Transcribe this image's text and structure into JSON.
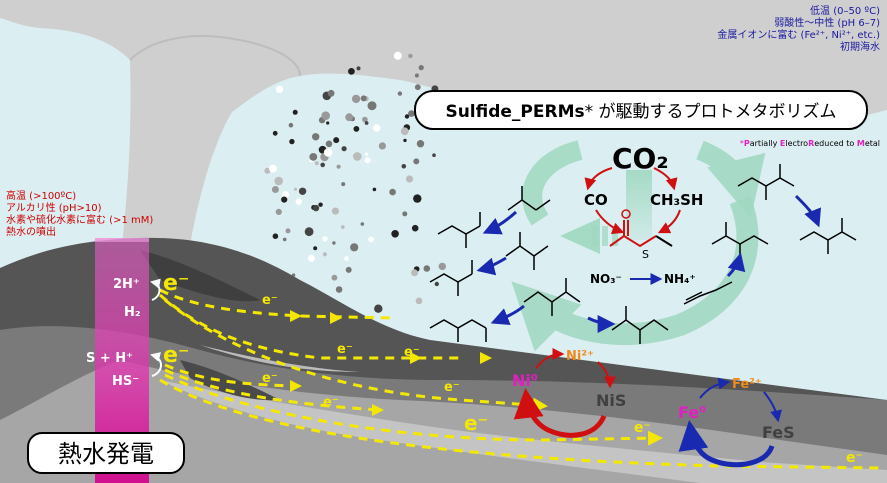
{
  "conditions_seawater": {
    "line1": "低温 (0–50 ºC)",
    "line2": "弱酸性〜中性 (pH 6–7)",
    "line3": "金属イオンに富む (Fe²⁺, Ni²⁺, etc.)",
    "line4": "初期海水"
  },
  "conditions_vent": {
    "line1": "高温 (>100ºC)",
    "line2": "アルカリ性 (pH>10)",
    "line3": "水素や硫化水素に富む (>1 mM)",
    "line4": "熱水の噴出"
  },
  "title": {
    "prefix": "Sulfide_PERMs",
    "suffix": "* が駆動するプロトメタボリズム"
  },
  "footnote": {
    "star": "*",
    "p": "P",
    "w1": "artially ",
    "e": "E",
    "w2": "lectro",
    "r": "R",
    "w3": "educed to ",
    "m": "M",
    "w4": "etal"
  },
  "label_box": "熱水発電",
  "reactions": {
    "h2_ox_reactant": "2H⁺",
    "h2_ox_product": "H₂",
    "hs_ox_reactant": "S + H⁺",
    "hs_ox_product": "HS⁻",
    "electron": "e⁻"
  },
  "species": {
    "co2": "CO₂",
    "co": "CO",
    "ch3sh": "CH₃SH",
    "nitrate": "NO₃⁻",
    "ammonium": "NH₄⁺",
    "ni2": "Ni²⁺",
    "ni0": "Ni⁰",
    "nis": "NiS",
    "fe2": "Fe²⁺",
    "fe0": "Fe⁰",
    "fes": "FeS",
    "thioester_s": "S"
  },
  "colors": {
    "sky": "#dbeef2",
    "plume": "#d0d0d0",
    "magenta": "#e020c0",
    "electron": "#f5e800",
    "red_text": "#d00000",
    "blue_text": "#1a1aa0",
    "cycle": "#9fd8c0",
    "arrow_blue": "#1a2ab0",
    "arrow_red": "#d01010",
    "ni2_orange": "#f08a1a"
  }
}
